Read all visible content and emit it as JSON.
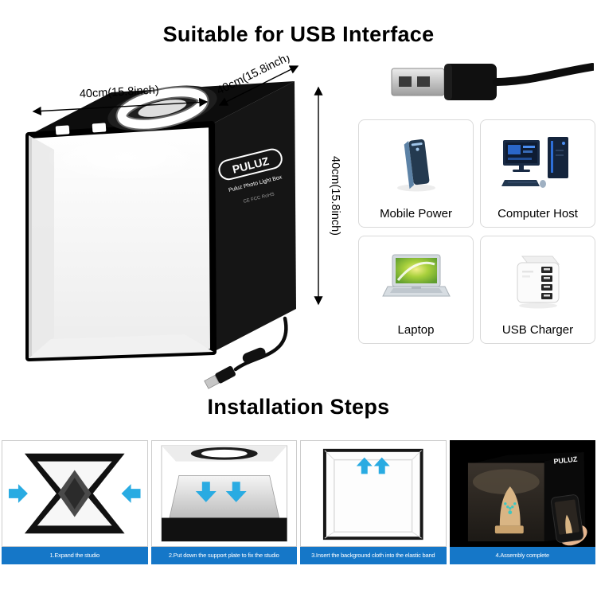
{
  "header": {
    "title": "Suitable for USB Interface"
  },
  "product": {
    "dim_front": "40cm(15.8inch)",
    "dim_side": "40cm(15.8inch)",
    "dim_height": "40cm(15.8inch)",
    "brand": "PULUZ",
    "brand_tagline": "Puluz Photo Light Box",
    "certs": "CE FCC RoHS"
  },
  "usb_plug": {
    "icon": "usb-a-plug-icon"
  },
  "compatibility": {
    "items": [
      {
        "label": "Mobile Power",
        "icon": "power-bank-icon"
      },
      {
        "label": "Computer Host",
        "icon": "desktop-pc-icon"
      },
      {
        "label": "Laptop",
        "icon": "laptop-icon"
      },
      {
        "label": "USB Charger",
        "icon": "usb-charger-icon"
      }
    ]
  },
  "installation": {
    "title": "Installation Steps",
    "steps": [
      {
        "caption": "1.Expand the studio"
      },
      {
        "caption": "2.Put down the support plate to fix the studio"
      },
      {
        "caption": "3.Insert the background cloth into the elastic band"
      },
      {
        "caption": "4.Assembly complete"
      }
    ]
  },
  "colors": {
    "caption_bar": "#1577c8",
    "arrow_cyan": "#29abe2",
    "brand_black": "#0d0d0d"
  }
}
